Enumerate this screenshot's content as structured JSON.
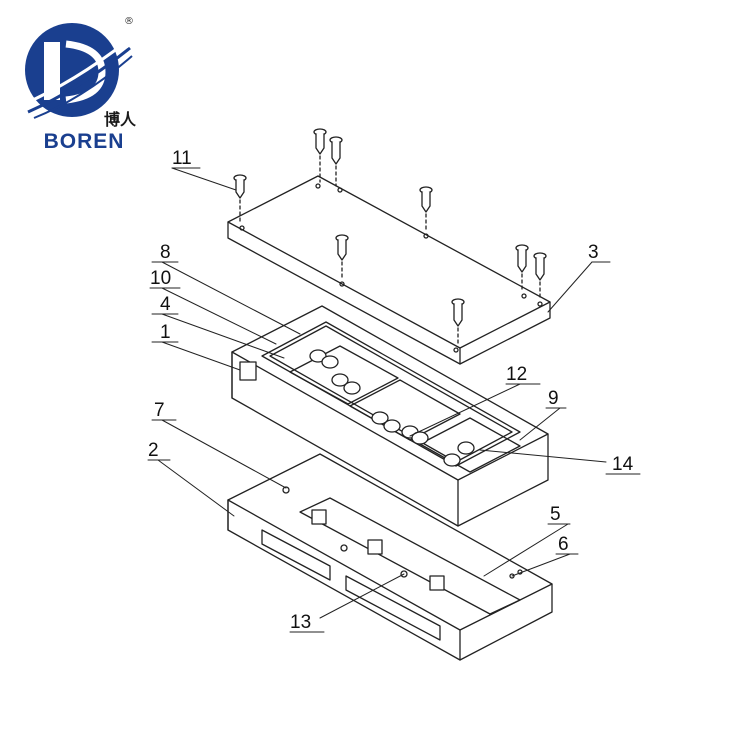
{
  "brand": {
    "name": "BOREN",
    "chinese_name": "博人",
    "registered_mark": "®",
    "primary_color": "#1a3f8f"
  },
  "diagram": {
    "line_color": "#222222",
    "part_labels": [
      "1",
      "2",
      "3",
      "4",
      "5",
      "6",
      "7",
      "8",
      "9",
      "10",
      "11",
      "12",
      "13",
      "14"
    ]
  }
}
